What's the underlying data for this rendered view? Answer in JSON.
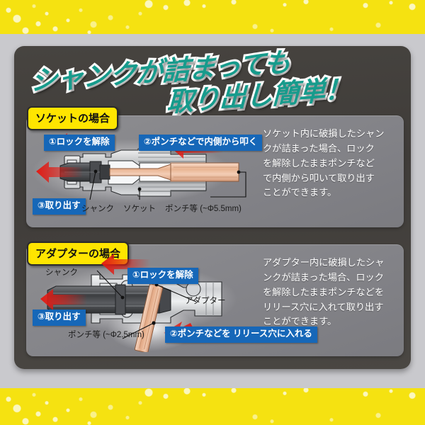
{
  "theme": {
    "band_yellow": "#f5e211",
    "panel_dark": "#454239",
    "sub_panel_gray": "#86868b",
    "accent_teal": "#179b8c",
    "callout_blue": "#1667b8",
    "badge_yellow": "#ffe500",
    "arrow_red": "#e21b14",
    "punch_copper": "#e6b191"
  },
  "headline": {
    "line1": "シャンクが詰まっても",
    "line2": "取り出し簡単！"
  },
  "sections": [
    {
      "badge": "ソケットの場合",
      "description": "ソケット内に破損したシャン\nクが詰まった場合、ロック\nを解除したままポンチなど\nで内側から叩いて取り出す\nことができます。",
      "callouts": [
        {
          "id": "step1",
          "text": "①ロックを解除"
        },
        {
          "id": "step2",
          "text": "②ポンチなどで内側から叩く"
        },
        {
          "id": "step3",
          "text": "③取り出す"
        }
      ],
      "labels": [
        {
          "id": "shank",
          "text": "シャンク"
        },
        {
          "id": "socket",
          "text": "ソケット"
        },
        {
          "id": "punch",
          "text": "ポンチ等 (~Φ5.5mm)"
        }
      ]
    },
    {
      "badge": "アダプターの場合",
      "description": "アダプター内に破損したシャ\nンクが詰まった場合、ロック\nを解除したままポンチなどを\nリリース穴に入れて取り出す\nことができます。",
      "callouts": [
        {
          "id": "step1",
          "text": "①ロックを解除"
        },
        {
          "id": "step2",
          "text": "②ポンチなどを\nリリース穴に入れる"
        },
        {
          "id": "step3",
          "text": "③取り出す"
        }
      ],
      "labels": [
        {
          "id": "shank",
          "text": "シャンク"
        },
        {
          "id": "adapter",
          "text": "アダプター"
        },
        {
          "id": "punch",
          "text": "ポンチ等\n(~Φ2.5mm)"
        }
      ]
    }
  ]
}
